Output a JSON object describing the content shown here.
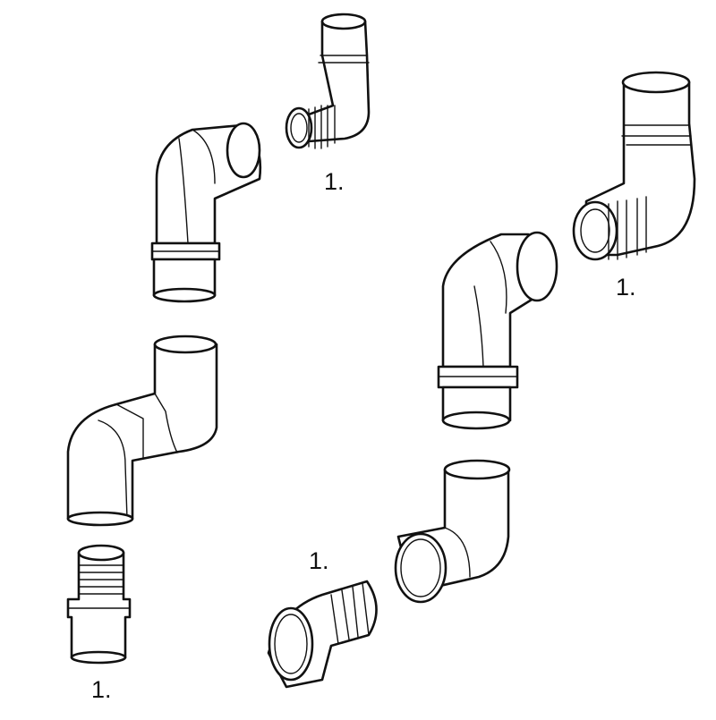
{
  "callouts": {
    "small_elbow": "1.",
    "large_elbow": "1.",
    "union_adapter": "1.",
    "threaded_nipple": "1."
  }
}
